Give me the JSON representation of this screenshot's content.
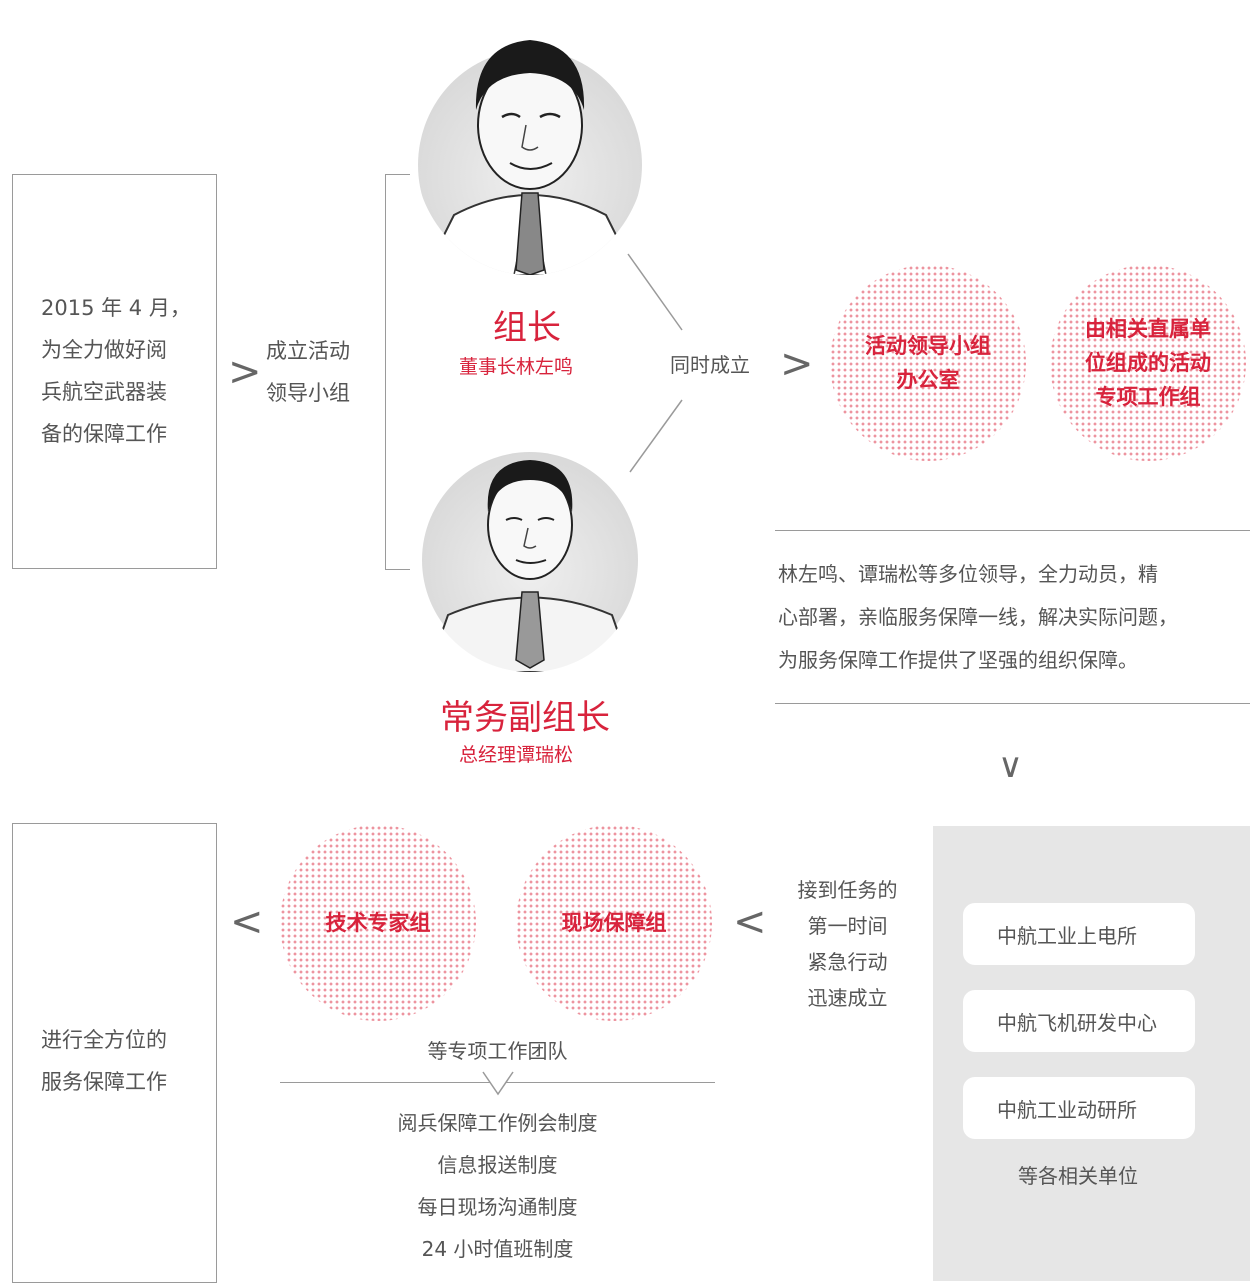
{
  "intro_box": {
    "lines": [
      "2015 年 4 月，",
      "为全力做好阅",
      "兵航空武器装",
      "备的保障工作"
    ]
  },
  "establish": {
    "lines": [
      "成立活动",
      "领导小组"
    ]
  },
  "leader": {
    "title": "组长",
    "subtitle": "董事长林左鸣"
  },
  "deputy": {
    "title": "常务副组长",
    "subtitle": "总经理谭瑞松"
  },
  "simultaneous": "同时成立",
  "circles_top": [
    {
      "lines": [
        "活动领导小组",
        "办公室"
      ]
    },
    {
      "lines": [
        "由相关直属单",
        "位组成的活动",
        "专项工作组"
      ]
    }
  ],
  "summary": {
    "lines": [
      "林左鸣、谭瑞松等多位领导，全力动员，精",
      "心部署，亲临服务保障一线，解决实际问题，",
      "为服务保障工作提供了坚强的组织保障。"
    ]
  },
  "units_panel": {
    "items": [
      "中航工业上电所",
      "中航飞机研发中心",
      "中航工业动研所"
    ],
    "footer": "等各相关单位"
  },
  "task_text": {
    "lines": [
      "接到任务的",
      "第一时间",
      "紧急行动",
      "迅速成立"
    ]
  },
  "circles_bottom": [
    {
      "label": "技术专家组"
    },
    {
      "label": "现场保障组"
    }
  ],
  "teams_label": "等专项工作团队",
  "systems": [
    "阅兵保障工作例会制度",
    "信息报送制度",
    "每日现场沟通制度",
    "24 小时值班制度"
  ],
  "final_box": {
    "lines": [
      "进行全方位的",
      "服务保障工作"
    ]
  },
  "arrows": {
    "right": ">",
    "left": "<",
    "down": "∨"
  },
  "colors": {
    "accent": "#d8233c",
    "line": "#9a9a9a",
    "panel": "#e6e6e6"
  }
}
